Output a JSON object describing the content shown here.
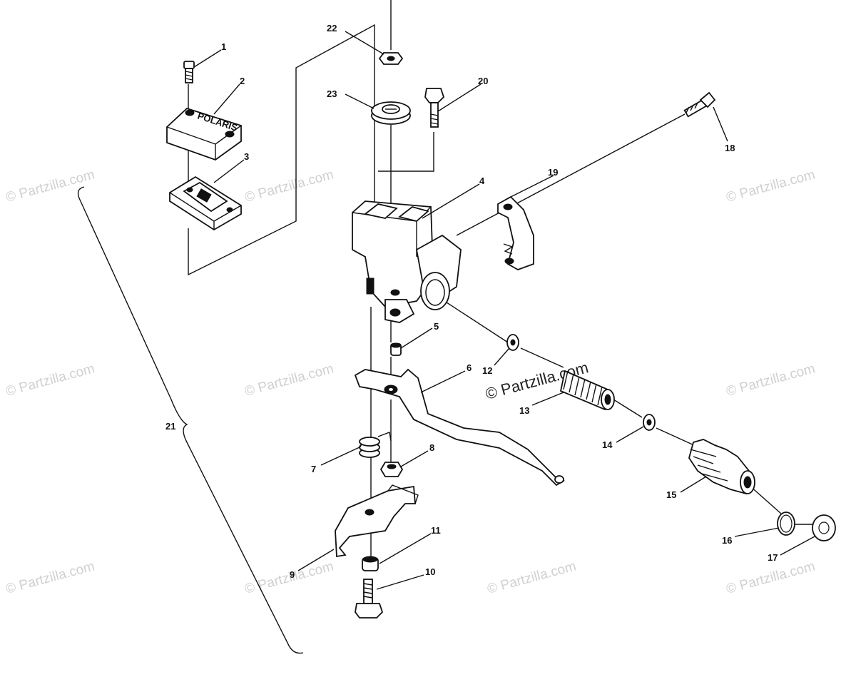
{
  "watermark_text": "© Partzilla.com",
  "callouts": [
    {
      "id": "1",
      "text": "1"
    },
    {
      "id": "2",
      "text": "2"
    },
    {
      "id": "3",
      "text": "3"
    },
    {
      "id": "4",
      "text": "4"
    },
    {
      "id": "5",
      "text": "5"
    },
    {
      "id": "6",
      "text": "6"
    },
    {
      "id": "7",
      "text": "7"
    },
    {
      "id": "8",
      "text": "8"
    },
    {
      "id": "9",
      "text": "9"
    },
    {
      "id": "10",
      "text": "10"
    },
    {
      "id": "11",
      "text": "11"
    },
    {
      "id": "12",
      "text": "12"
    },
    {
      "id": "13",
      "text": "13"
    },
    {
      "id": "14",
      "text": "14"
    },
    {
      "id": "15",
      "text": "15"
    },
    {
      "id": "16",
      "text": "16"
    },
    {
      "id": "17",
      "text": "17"
    },
    {
      "id": "18",
      "text": "18"
    },
    {
      "id": "19",
      "text": "19"
    },
    {
      "id": "20",
      "text": "20"
    },
    {
      "id": "21",
      "text": "21"
    },
    {
      "id": "22",
      "text": "22"
    },
    {
      "id": "23",
      "text": "23"
    }
  ],
  "cover_brand": "POLARIS"
}
